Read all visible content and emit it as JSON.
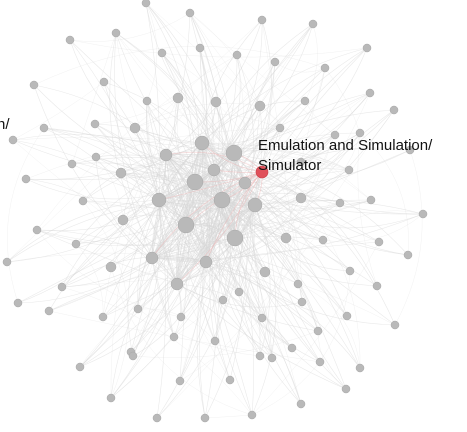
{
  "graph": {
    "highlighted_label_line1": "Emulation and Simulation/",
    "highlighted_label_line2": "Simulator",
    "offscreen_label_fragment": "n/",
    "colors": {
      "node": "#b9b9b9",
      "node_stroke": "#a8a8a8",
      "edge": "#d7d7d7",
      "highlighted_node": "#e0505a",
      "highlighted_edge": "#f0b4b4",
      "label": "#111111",
      "background": "#ffffff"
    }
  }
}
